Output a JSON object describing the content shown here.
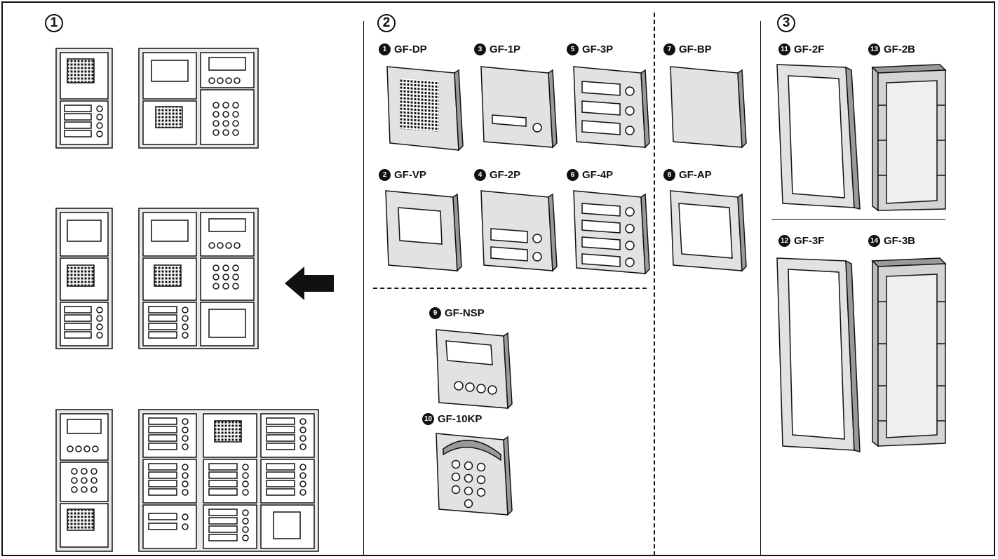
{
  "sections": [
    {
      "number": "1"
    },
    {
      "number": "2"
    },
    {
      "number": "3"
    }
  ],
  "parts": [
    {
      "badge": "1",
      "code": "GF-DP"
    },
    {
      "badge": "2",
      "code": "GF-VP"
    },
    {
      "badge": "3",
      "code": "GF-1P"
    },
    {
      "badge": "4",
      "code": "GF-2P"
    },
    {
      "badge": "5",
      "code": "GF-3P"
    },
    {
      "badge": "6",
      "code": "GF-4P"
    },
    {
      "badge": "7",
      "code": "GF-BP"
    },
    {
      "badge": "8",
      "code": "GF-AP"
    },
    {
      "badge": "9",
      "code": "GF-NSP"
    },
    {
      "badge": "10",
      "code": "GF-10KP"
    },
    {
      "badge": "11",
      "code": "GF-2F"
    },
    {
      "badge": "12",
      "code": "GF-3F"
    },
    {
      "badge": "13",
      "code": "GF-2B"
    },
    {
      "badge": "14",
      "code": "GF-3B"
    }
  ],
  "colors": {
    "line": "#111111",
    "panel": "#e2e2e2",
    "panel_dark": "#9a9a9a"
  }
}
